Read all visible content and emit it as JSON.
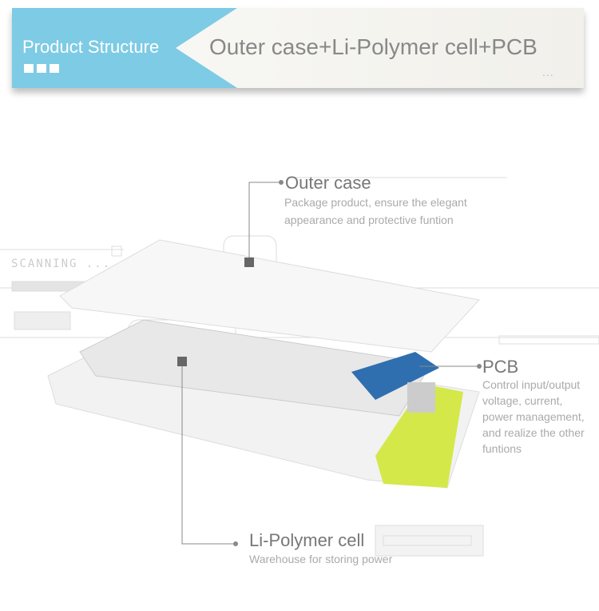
{
  "header": {
    "section": "Product Structure",
    "title": "Outer case+Li-Polymer cell+PCB",
    "more": "..."
  },
  "decor": {
    "scanning": "SCANNING ..."
  },
  "callouts": [
    {
      "title": "Outer case",
      "description": "Package product, ensure the elegant appearance and protective funtion"
    },
    {
      "title": "PCB",
      "description": "Control input/output voltage, current, power management, and realize the other funtions"
    },
    {
      "title": "Li-Polymer cell",
      "description": "Warehouse for storing power"
    }
  ],
  "colors": {
    "accent": "#7dcbe4",
    "lime": "#d4e84a",
    "pcb": "#2f6fb0"
  }
}
